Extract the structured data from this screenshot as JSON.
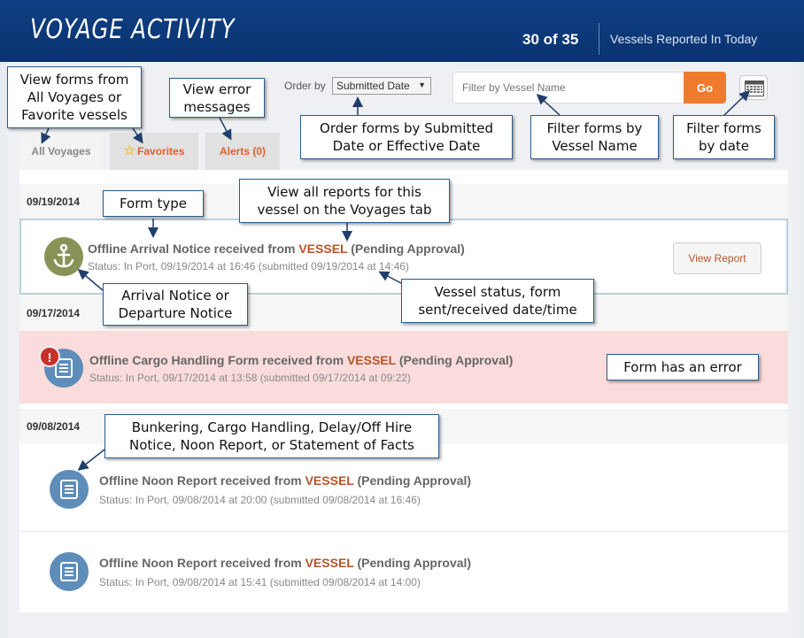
{
  "header": {
    "title": "VOYAGE ACTIVITY",
    "count": "30 of 35",
    "reported_label": "Vessels Reported In Today"
  },
  "toolbar": {
    "order_by_label": "Order by",
    "order_by_value": "Submitted Date",
    "filter_placeholder": "Filter by Vessel Name",
    "go_label": "Go"
  },
  "tabs": [
    {
      "label": "All Voyages"
    },
    {
      "label": "Favorites"
    },
    {
      "label": "Alerts (0)"
    }
  ],
  "groups": [
    {
      "date": "09/19/2014"
    },
    {
      "date": "09/17/2014"
    },
    {
      "date": "09/08/2014"
    }
  ],
  "cards": [
    {
      "title_pre": "Offline Arrival Notice received from",
      "vessel": "VESSEL",
      "title_post": "(Pending Approval)",
      "status": "Status: In Port, 09/19/2014 at 16:46 (submitted 09/19/2014 at 14:46)",
      "icon": "anchor-icon"
    },
    {
      "title_pre": "Offline Cargo Handling Form received from",
      "vessel": "VESSEL",
      "title_post": "(Pending Approval)",
      "status": "Status: In Port, 09/17/2014 at 13:58 (submitted 09/17/2014 at 09:22)",
      "icon": "form-icon",
      "error_badge": "!"
    },
    {
      "title_pre": "Offline Noon Report received from",
      "vessel": "VESSEL",
      "title_post": "(Pending Approval)",
      "status": "Status: In Port,  09/08/2014  at 20:00  (submitted  09/08/2014  at 16:46)",
      "icon": "form-icon"
    },
    {
      "title_pre": "Offline Noon Report received from",
      "vessel": "VESSEL",
      "title_post": "(Pending Approval)",
      "status": "Status: In Port,  09/08/2014  at 15:41  (submitted 09/08/2014  at 14:00)",
      "icon": "form-icon"
    }
  ],
  "view_report_label": "View Report",
  "callouts": {
    "view_forms": "View forms from\nAll Voyages or\nFavorite vessels",
    "view_errors": "View error\nmessages",
    "order_forms": "Order forms by Submitted\nDate or Effective Date",
    "filter_name": "Filter forms by\nVessel Name",
    "filter_date": "Filter forms\nby date",
    "form_type": "Form type",
    "view_all_reports": "View all reports for this\nvessel on the Voyages tab",
    "arrival_departure": "Arrival Notice or\nDeparture Notice",
    "vessel_status": "Vessel status, form\nsent/received date/time",
    "form_error": "Form has an error",
    "form_types_list": "Bunkering, Cargo Handling, Delay/Off Hire\nNotice, Noon Report, or Statement of Facts"
  },
  "colors": {
    "header_bg": "#0d3a7a",
    "accent_orange": "#f07b2e",
    "vessel_link": "#b6542a",
    "error_row_bg": "#fadcdc"
  }
}
